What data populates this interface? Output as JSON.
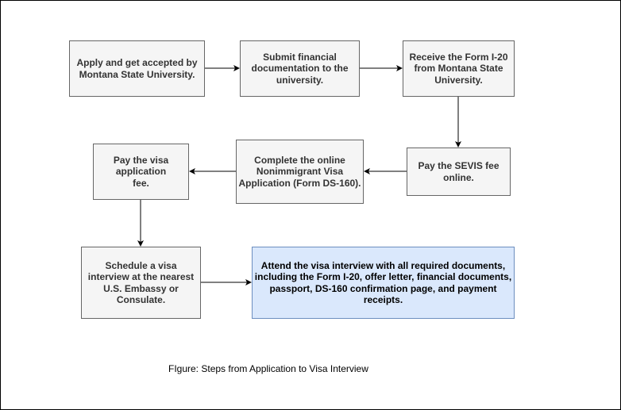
{
  "steps": {
    "apply": "Apply and get accepted by Montana State University.",
    "financial": "Submit financial documentation to the university.",
    "i20": "Receive the Form I-20 from Montana State University.",
    "sevis": "Pay the SEVIS fee online.",
    "ds160": "Complete the online Nonimmigrant Visa Application (Form DS-160).",
    "visa_fee": "Pay the visa application fee.",
    "schedule": "Schedule a visa interview at the nearest U.S. Embassy or Consulate.",
    "attend": "Attend the visa interview with all required documents, including the Form I-20, offer letter, financial documents, passport, DS-160 confirmation page, and payment receipts."
  },
  "caption": "FIgure: Steps from Application to Visa Interview",
  "colors": {
    "box_fill": "#f5f5f5",
    "box_border": "#666666",
    "highlight_fill": "#dae8fc",
    "highlight_border": "#6c8ebf"
  }
}
